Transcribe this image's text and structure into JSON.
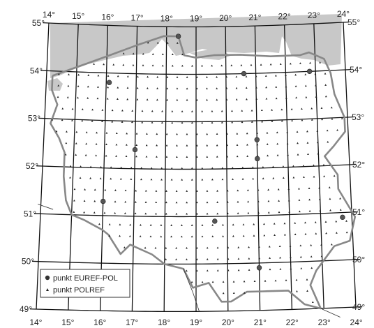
{
  "map": {
    "colors": {
      "sea": "#c8c8c8",
      "grid": "#111111",
      "border": "#888888",
      "euref_point": "#555555",
      "polref_point": "#222222"
    },
    "longitude_labels_top": [
      "14°",
      "15°",
      "16°",
      "17°",
      "18°",
      "19°",
      "20°",
      "21°",
      "22°",
      "23°",
      "24°"
    ],
    "longitude_labels_bottom": [
      "14°",
      "15°",
      "16°",
      "17°",
      "18°",
      "19°",
      "20°",
      "21°",
      "22°",
      "23°",
      "24°"
    ],
    "latitude_labels_left": [
      "55°",
      "54°",
      "53°",
      "52°",
      "51°",
      "50°",
      "49°"
    ],
    "latitude_labels_right": [
      "55°",
      "54°",
      "53°",
      "52°",
      "51°",
      "50°",
      "49°"
    ],
    "legend": {
      "euref_label": "punkt EUREF-POL",
      "polref_label": "punkt POLREF"
    },
    "euref_points": [
      {
        "lon": 18.4,
        "lat": 54.8
      },
      {
        "lon": 16.1,
        "lat": 53.8
      },
      {
        "lon": 20.6,
        "lat": 54.0
      },
      {
        "lon": 22.8,
        "lat": 54.0
      },
      {
        "lon": 17.0,
        "lat": 52.4
      },
      {
        "lon": 21.0,
        "lat": 52.6
      },
      {
        "lon": 21.0,
        "lat": 52.2
      },
      {
        "lon": 16.0,
        "lat": 51.3
      },
      {
        "lon": 19.6,
        "lat": 50.9
      },
      {
        "lon": 23.7,
        "lat": 50.9
      },
      {
        "lon": 21.0,
        "lat": 49.9
      }
    ]
  }
}
